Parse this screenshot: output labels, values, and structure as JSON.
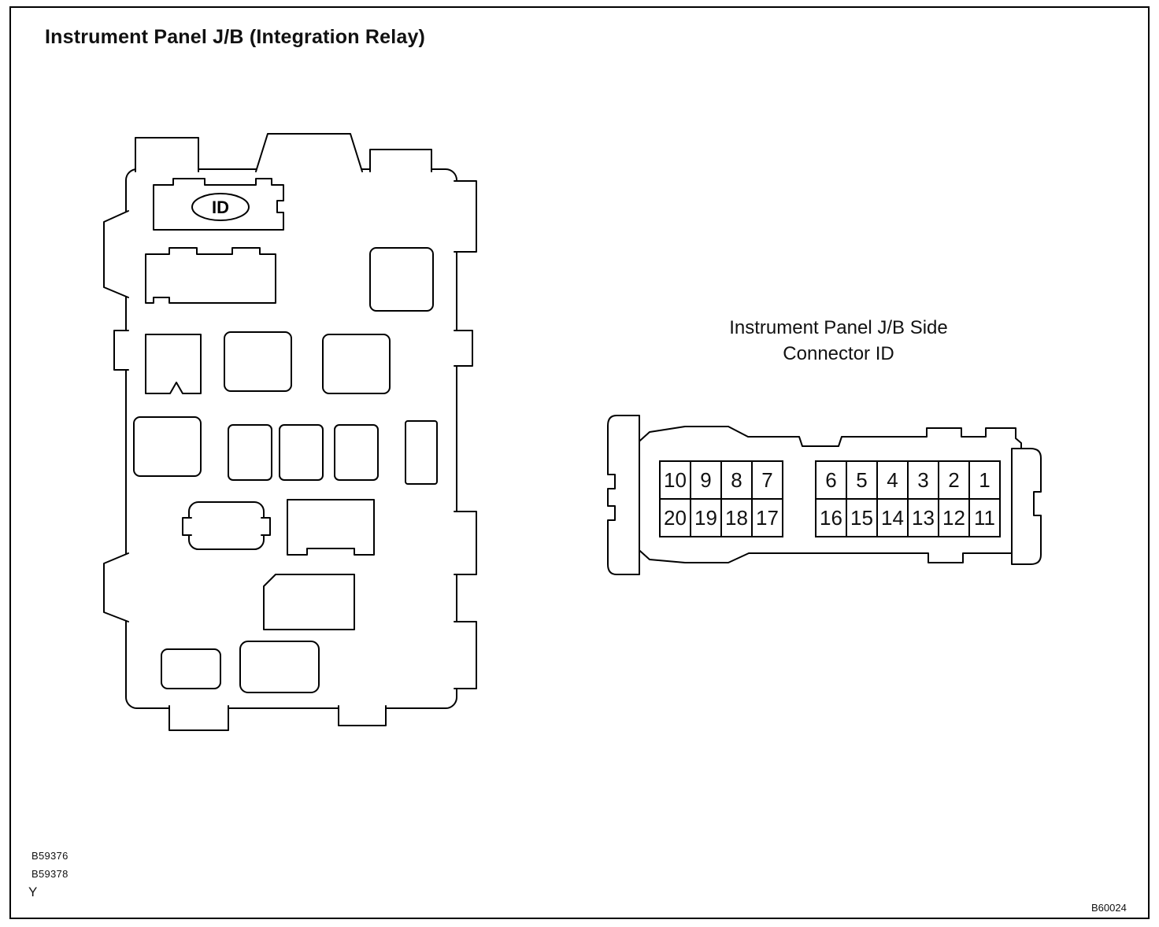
{
  "title": "Instrument Panel J/B (Integration Relay)",
  "junction_box": {
    "id_label": "ID"
  },
  "connector": {
    "label_line1": "Instrument Panel J/B Side",
    "label_line2": "Connector ID",
    "left_block": {
      "rows": [
        [
          "10",
          "9",
          "8",
          "7"
        ],
        [
          "20",
          "19",
          "18",
          "17"
        ]
      ]
    },
    "right_block": {
      "rows": [
        [
          "6",
          "5",
          "4",
          "3",
          "2",
          "1"
        ],
        [
          "16",
          "15",
          "14",
          "13",
          "12",
          "11"
        ]
      ]
    }
  },
  "footer": {
    "codes": [
      "B59376",
      "B59378"
    ],
    "letter": "Y",
    "figure_code": "B60024"
  }
}
